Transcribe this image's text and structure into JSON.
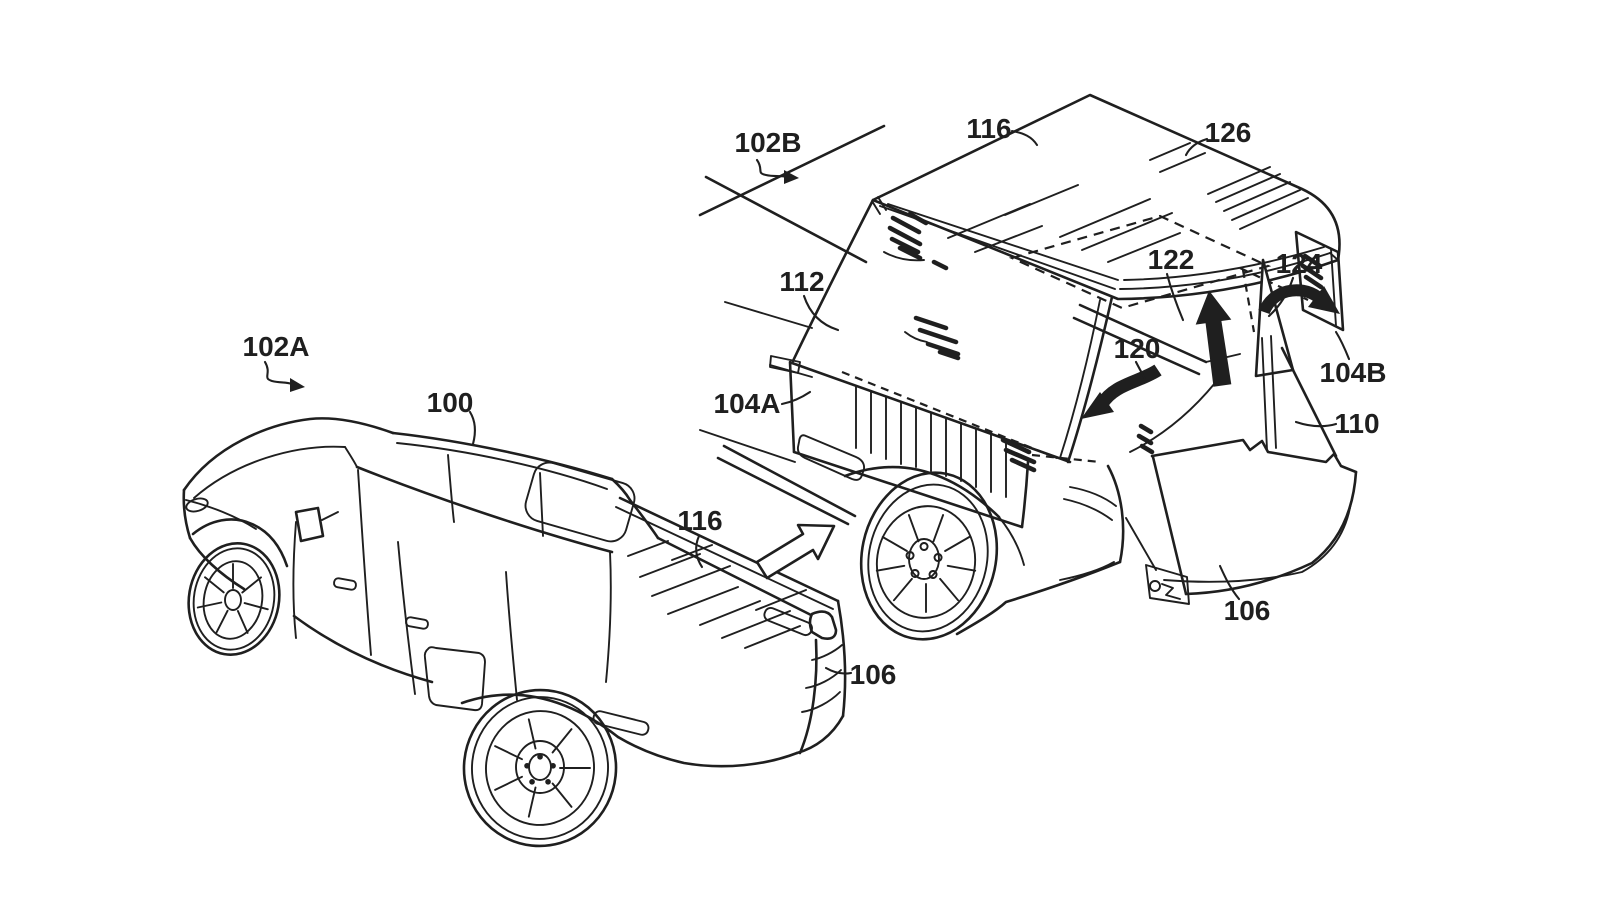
{
  "figure": {
    "background_color": "#ffffff",
    "line_color": "#1f1f1f",
    "label_color": "#1f1f1f"
  },
  "icons": {
    "up_arrow": "filled-up-arrow",
    "swing_left_arrow": "curved-arrow-counterclockwise",
    "swing_right_arrow": "curved-arrow-clockwise",
    "transition_arrow": "outline-arrow-up-right"
  },
  "labels": {
    "ref_102a": "102A",
    "ref_100": "100",
    "ref_116_left": "116",
    "ref_106_left": "106",
    "ref_102b": "102B",
    "ref_116_right": "116",
    "ref_126": "126",
    "ref_112": "112",
    "ref_122": "122",
    "ref_124": "124",
    "ref_120": "120",
    "ref_104a": "104A",
    "ref_104b": "104B",
    "ref_110": "110",
    "ref_106_right": "106"
  }
}
